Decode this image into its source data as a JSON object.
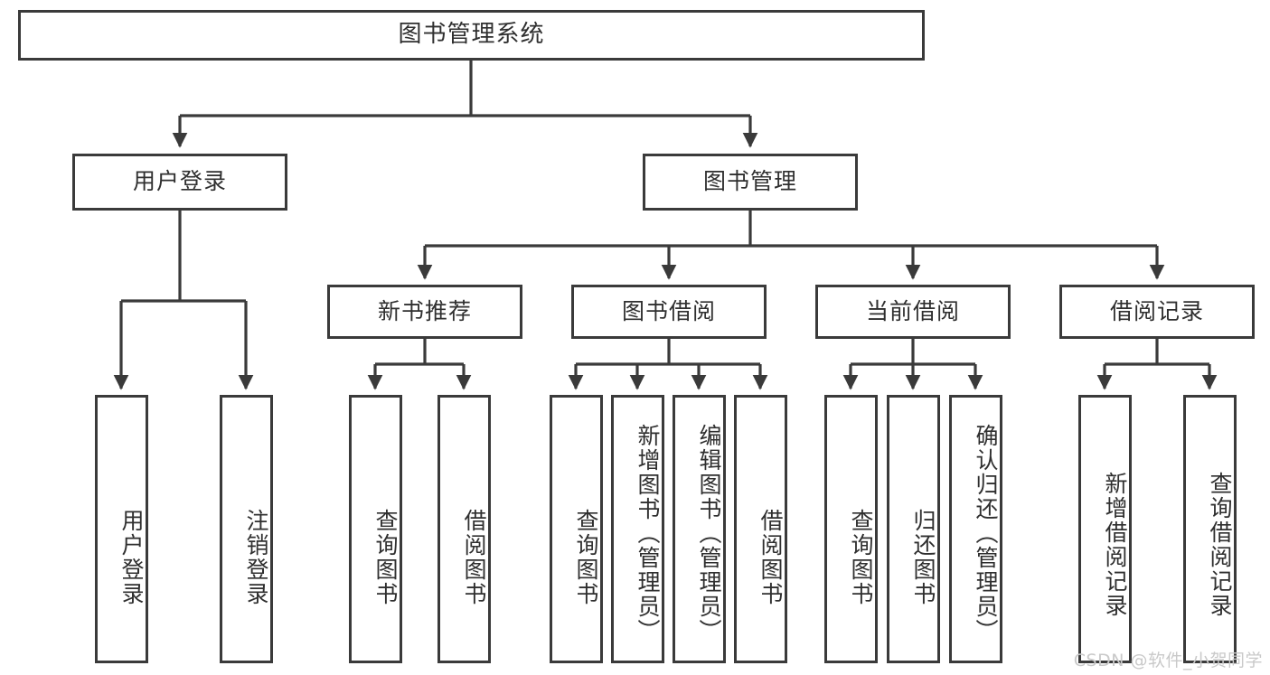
{
  "diagram": {
    "type": "tree",
    "title": "图书管理系统",
    "stroke_color": "#3a3a3a",
    "text_color": "#2f2f2f",
    "background": "#ffffff",
    "watermark": "CSDN @软件_小贺同学"
  },
  "nodes": {
    "root": {
      "label": "图书管理系统",
      "level": 1
    },
    "level2": [
      {
        "id": "user-login",
        "label": "用户登录"
      },
      {
        "id": "book-manage",
        "label": "图书管理"
      }
    ],
    "level3": [
      {
        "id": "new-book-rec",
        "label": "新书推荐",
        "parent": "book-manage"
      },
      {
        "id": "book-borrow",
        "label": "图书借阅",
        "parent": "book-manage"
      },
      {
        "id": "current-borrow",
        "label": "当前借阅",
        "parent": "book-manage"
      },
      {
        "id": "borrow-record",
        "label": "借阅记录",
        "parent": "book-manage"
      }
    ],
    "leaves": [
      {
        "id": "leaf-user-login",
        "label": "用户登录",
        "parent": "user-login"
      },
      {
        "id": "leaf-user-logout",
        "label": "注销登录",
        "parent": "user-login"
      },
      {
        "id": "leaf-query-book-1",
        "label": "查询图书",
        "parent": "new-book-rec"
      },
      {
        "id": "leaf-borrow-book-1",
        "label": "借阅图书",
        "parent": "new-book-rec"
      },
      {
        "id": "leaf-query-book-2",
        "label": "查询图书",
        "parent": "book-borrow"
      },
      {
        "id": "leaf-add-book",
        "label": "新增图书（管理员）",
        "parent": "book-borrow"
      },
      {
        "id": "leaf-edit-book",
        "label": "编辑图书（管理员）",
        "parent": "book-borrow"
      },
      {
        "id": "leaf-borrow-book-2",
        "label": "借阅图书",
        "parent": "book-borrow"
      },
      {
        "id": "leaf-query-book-3",
        "label": "查询图书",
        "parent": "current-borrow"
      },
      {
        "id": "leaf-return-book",
        "label": "归还图书",
        "parent": "current-borrow"
      },
      {
        "id": "leaf-confirm-return",
        "label": "确认归还（管理员）",
        "parent": "current-borrow"
      },
      {
        "id": "leaf-add-record",
        "label": "新增借阅记录",
        "parent": "borrow-record"
      },
      {
        "id": "leaf-query-record",
        "label": "查询借阅记录",
        "parent": "borrow-record"
      }
    ]
  }
}
